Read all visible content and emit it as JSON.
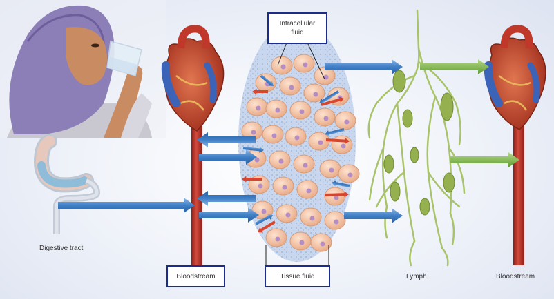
{
  "labels": {
    "intracellular_fluid": "Intracellular\nfluid",
    "digestive_tract": "Digestive tract",
    "bloodstream_left": "Bloodstream",
    "tissue_fluid": "Tissue fluid",
    "lymph": "Lymph",
    "bloodstream_right": "Bloodstream"
  },
  "colors": {
    "blue_arrow": "#3f7fc6",
    "red_arrow": "#d8452e",
    "green_arrow": "#7eb648",
    "blood_vessel": "#b8322a",
    "tissue_fluid": "#c9d7ee",
    "cell": "#f3c6a8",
    "nucleus": "#b58cc4",
    "lymph": "#a9c36a",
    "label_border": "#1c2c8c"
  }
}
